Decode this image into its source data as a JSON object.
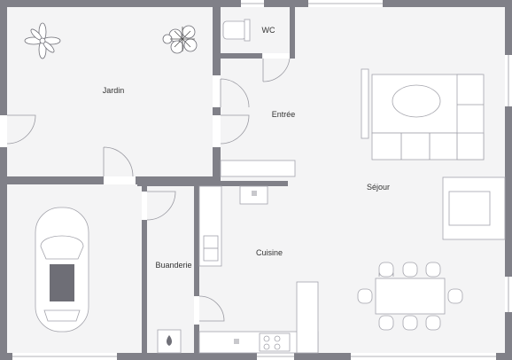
{
  "colors": {
    "wall": "#808088",
    "floor": "#f4f4f5",
    "outside": "#ffffff",
    "fixture_stroke": "#a4a4ac",
    "label": "#333333"
  },
  "rooms": {
    "jardin": "Jardin",
    "wc": "WC",
    "entree": "Entrée",
    "sejour": "Séjour",
    "buanderie": "Buanderie",
    "cuisine": "Cuisine"
  },
  "icons": [
    "car-icon",
    "plant-icon",
    "toilet-icon",
    "sofa-icon",
    "dining-table-icon",
    "sink-icon",
    "stove-icon",
    "boiler-icon",
    "bed-icon"
  ]
}
